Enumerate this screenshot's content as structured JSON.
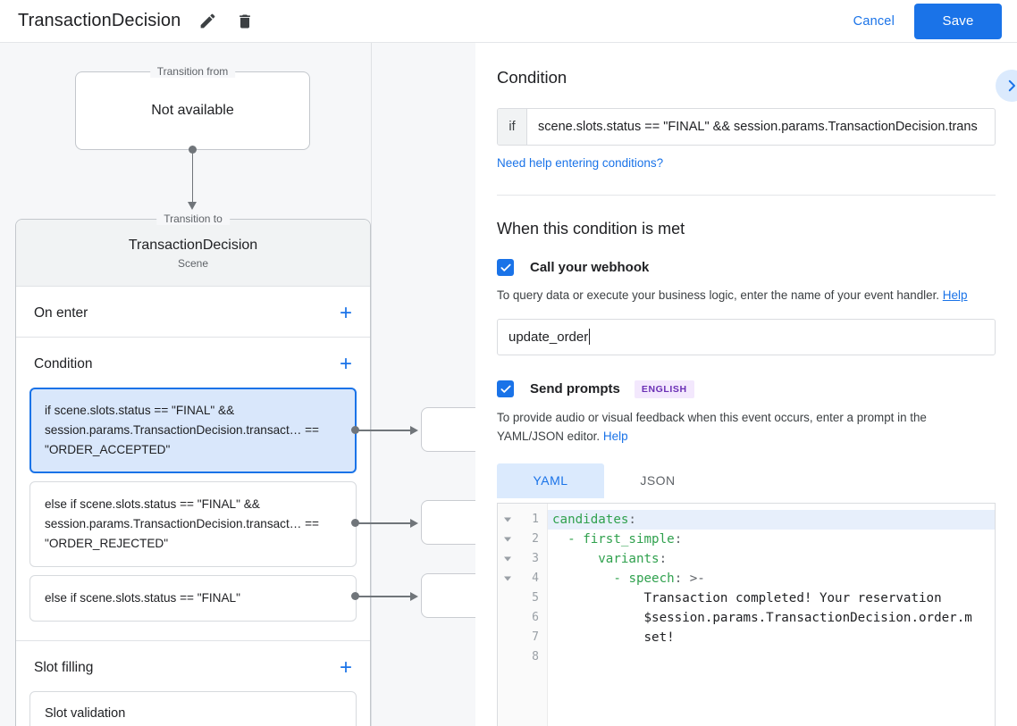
{
  "topbar": {
    "title": "TransactionDecision",
    "edit_icon": "pencil-icon",
    "delete_icon": "trash-icon",
    "cancel_label": "Cancel",
    "save_label": "Save",
    "accent_color": "#1a73e8"
  },
  "graph": {
    "transition_from": {
      "legend": "Transition from",
      "title": "Not available"
    },
    "transition_to": {
      "legend": "Transition to",
      "title": "TransactionDecision",
      "subtitle": "Scene"
    },
    "sections": [
      {
        "title": "On enter",
        "add_label": "+"
      },
      {
        "title": "Condition",
        "add_label": "+"
      },
      {
        "title": "Slot filling",
        "add_label": "+"
      }
    ],
    "conditions": [
      {
        "text": "if scene.slots.status == \"FINAL\" && session.params.TransactionDecision.transact… == \"ORDER_ACCEPTED\"",
        "selected": true
      },
      {
        "text": "else if scene.slots.status == \"FINAL\" && session.params.TransactionDecision.transact… == \"ORDER_REJECTED\"",
        "selected": false
      },
      {
        "text": "else if scene.slots.status == \"FINAL\"",
        "selected": false
      }
    ],
    "slot_filling_items": [
      {
        "text": "Slot validation"
      }
    ]
  },
  "detail": {
    "condition_heading": "Condition",
    "collapse_icon": "chevron-right-icon",
    "if_label": "if",
    "if_value": "scene.slots.status == \"FINAL\" && session.params.TransactionDecision.trans",
    "help_conditions_link": "Need help entering conditions?",
    "when_met_heading": "When this condition is met",
    "webhook": {
      "checked": true,
      "label": "Call your webhook",
      "description": "To query data or execute your business logic, enter the name of your event handler.",
      "help_link": "Help",
      "handler_value": "update_order"
    },
    "prompts": {
      "checked": true,
      "label": "Send prompts",
      "badge": "ENGLISH",
      "description": "To provide audio or visual feedback when this event occurs, enter a prompt in the YAML/JSON editor.",
      "help_link": "Help",
      "tabs": [
        {
          "label": "YAML",
          "active": true
        },
        {
          "label": "JSON",
          "active": false
        }
      ]
    },
    "editor": {
      "lines": [
        {
          "num": "1",
          "fold": true,
          "active": true,
          "indent": "",
          "key": "candidates",
          "punc": ":",
          "rest": ""
        },
        {
          "num": "2",
          "fold": true,
          "active": false,
          "indent": "  ",
          "dash": "- ",
          "key": "first_simple",
          "punc": ":",
          "rest": ""
        },
        {
          "num": "3",
          "fold": true,
          "active": false,
          "indent": "      ",
          "key": "variants",
          "punc": ":",
          "rest": ""
        },
        {
          "num": "4",
          "fold": true,
          "active": false,
          "indent": "        ",
          "dash": "- ",
          "key": "speech",
          "punc": ": ",
          "rest": ">-"
        },
        {
          "num": "5",
          "fold": false,
          "active": false,
          "indent": "            ",
          "plain": "Transaction completed! Your reservation"
        },
        {
          "num": "6",
          "fold": false,
          "active": false,
          "indent": "            ",
          "plain": "$session.params.TransactionDecision.order.m"
        },
        {
          "num": "7",
          "fold": false,
          "active": false,
          "indent": "            ",
          "plain": "set!"
        },
        {
          "num": "8",
          "fold": false,
          "active": false,
          "indent": "",
          "plain": ""
        }
      ]
    }
  }
}
